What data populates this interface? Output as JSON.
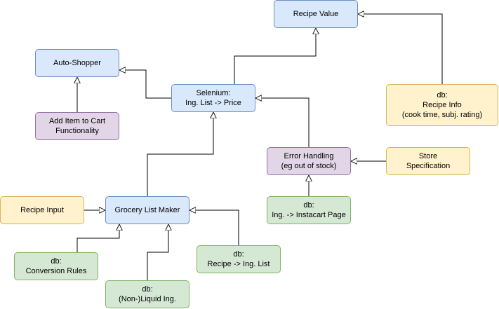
{
  "nodes": {
    "recipe_value": "Recipe Value",
    "auto_shopper": "Auto-Shopper",
    "selenium": "Selenium:\nIng. List -> Price",
    "recipe_info": "db:\nRecipe Info\n(cook time, subj. rating)",
    "add_item": "Add Item to Cart\nFunctionality",
    "error_handling": "Error Handling\n(eg out of stock)",
    "store_spec": "Store\nSpecification",
    "recipe_input": "Recipe Input",
    "grocery_list": "Grocery List Maker",
    "instacart": "db:\nIng. -> Instacart Page",
    "conversion": "db:\nConversion Rules",
    "recipe_ing": "db:\nRecipe -> Ing. List",
    "liquid": "db:\n(Non-)Liquid Ing."
  },
  "colors": {
    "blue_fill": "#dae8fc",
    "blue_stroke": "#6c8ebf",
    "yellow_fill": "#fff2cc",
    "yellow_stroke": "#d6b656",
    "purple_fill": "#e1d5e7",
    "purple_stroke": "#9673a6",
    "green_fill": "#d5e8d4",
    "green_stroke": "#82b366",
    "edge": "#000000"
  }
}
